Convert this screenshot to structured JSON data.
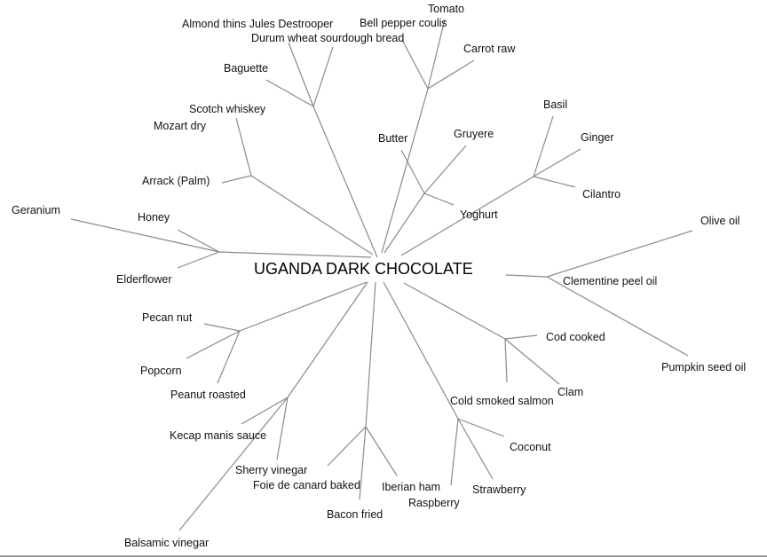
{
  "center": "UGANDA DARK CHOCOLATE",
  "groups": {
    "bread": [
      "Almond thins Jules Destrooper",
      "Durum wheat sourdough bread",
      "Baguette"
    ],
    "spirits": [
      "Scotch whiskey",
      "Mozart dry",
      "Arrack (Palm)"
    ],
    "floral": [
      "Geranium",
      "Honey",
      "Elderflower"
    ],
    "vegetable": [
      "Tomato",
      "Bell pepper coulis",
      "Carrot raw"
    ],
    "dairy": [
      "Butter",
      "Gruyere",
      "Yoghurt"
    ],
    "herbs": [
      "Basil",
      "Ginger",
      "Cilantro"
    ],
    "oils": [
      "Olive oil",
      "Clementine peel oil",
      "Pumpkin seed oil"
    ],
    "fish": [
      "Cod cooked",
      "Clam",
      "Cold smoked salmon"
    ],
    "fruit": [
      "Coconut",
      "Strawberry",
      "Raspberry"
    ],
    "meat": [
      "Bacon fried",
      "Foie de canard baked",
      "Iberian ham"
    ],
    "sauces": [
      "Kecap manis sauce",
      "Sherry vinegar",
      "Balsamic vinegar"
    ],
    "nuts": [
      "Pecan nut",
      "Popcorn",
      "Peanut roasted"
    ]
  }
}
